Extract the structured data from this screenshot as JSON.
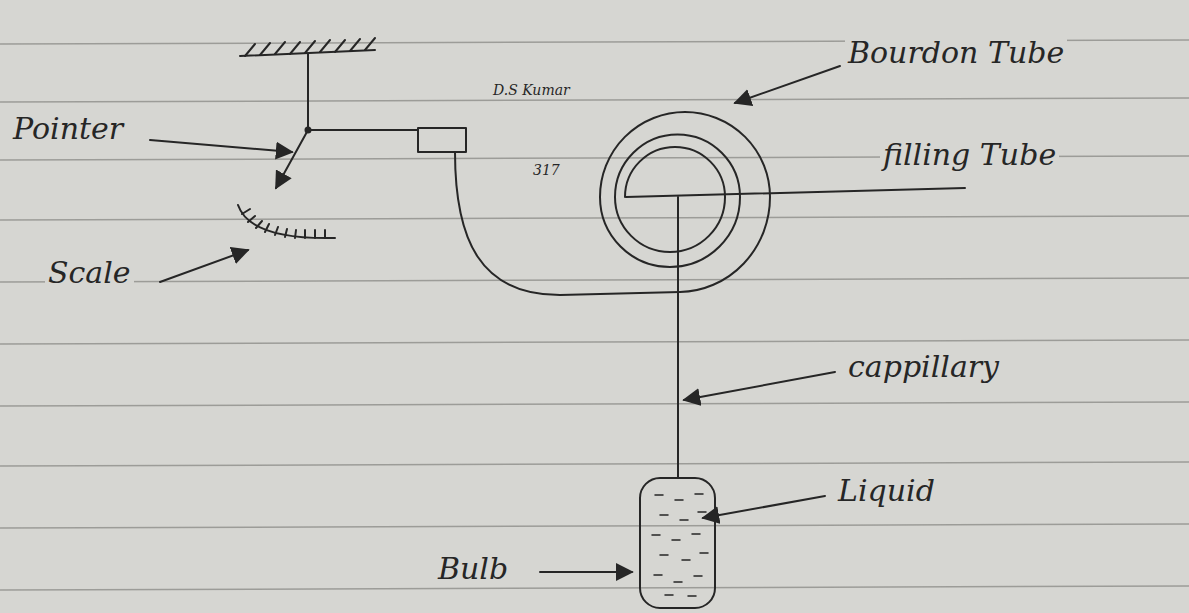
{
  "diagram": {
    "labels": [
      "D.S Kumar",
      "Bourdon Tube",
      "Pointer",
      "317",
      "filling Tube",
      "Scale",
      "cappillary",
      "Liquid",
      "Bulb"
    ]
  }
}
